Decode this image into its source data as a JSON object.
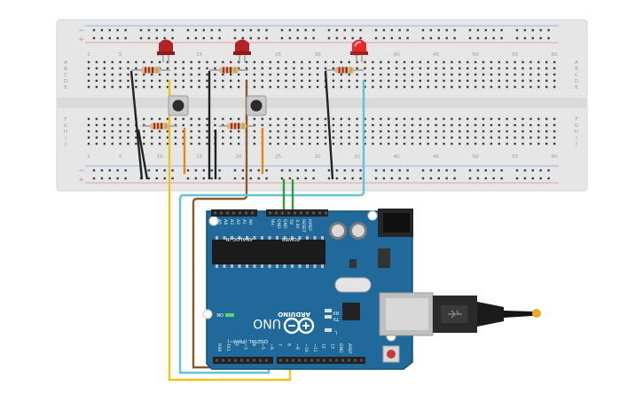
{
  "breadboard": {
    "column_numbers": [
      "1",
      "5",
      "10",
      "15",
      "20",
      "25",
      "30",
      "35",
      "40",
      "45",
      "50",
      "55",
      "60"
    ],
    "row_letters_top": [
      "A",
      "B",
      "C",
      "D",
      "E"
    ],
    "row_letters_bottom": [
      "F",
      "G",
      "H",
      "I",
      "J"
    ],
    "rail_minus": "−",
    "rail_plus": "+"
  },
  "arduino": {
    "brand": "ARDUINO",
    "model": "UNO",
    "on_label": "ON",
    "tx_label": "TX",
    "rx_label": "RX",
    "l_label": "L",
    "analog_label": "ANALOG IN",
    "power_label": "POWER",
    "digital_label": "DIGITAL (PWM~)",
    "analog_pins": [
      "A5",
      "A4",
      "A3",
      "A2",
      "A1",
      "A0"
    ],
    "power_pins": [
      "Vin",
      "GND",
      "GND",
      "5V",
      "3.3V",
      "RESET",
      "IOREF"
    ],
    "digital_pins": [
      "RX0",
      "TX1",
      "2",
      "~3",
      "4",
      "~5",
      "~6",
      "7",
      "8",
      "~9",
      "~10",
      "~11",
      "12",
      "13",
      "GND",
      "AREF"
    ]
  },
  "colors": {
    "board": "#1f6a9a",
    "breadboard": "#e6e6e6",
    "wire_black": "#222222",
    "wire_orange": "#e8870e",
    "wire_yellow": "#f2c418",
    "wire_brown": "#8a5a2b",
    "wire_green": "#2aa138",
    "wire_cyan": "#63c3d3",
    "led_red": "#c8282a"
  }
}
